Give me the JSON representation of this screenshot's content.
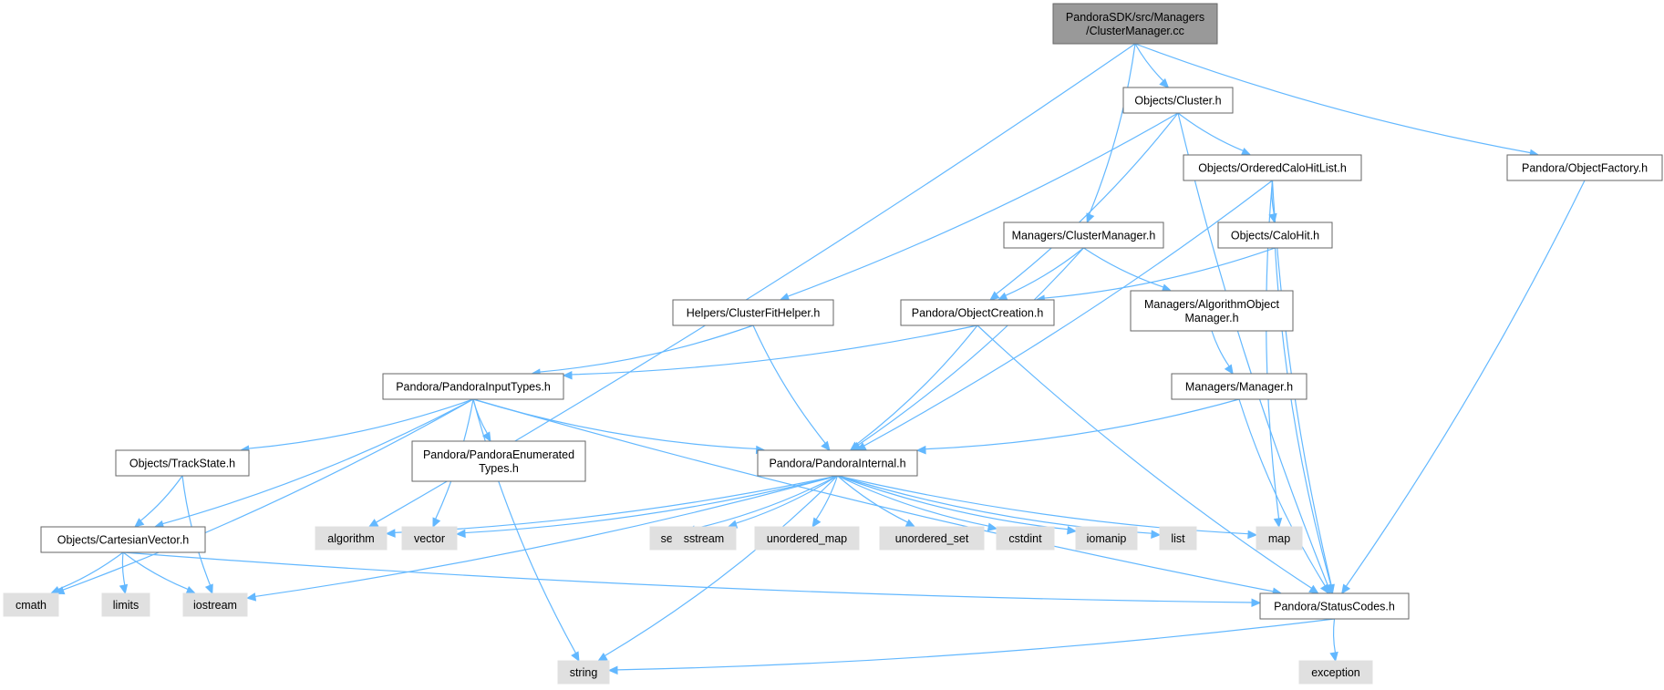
{
  "diagram": {
    "nodes": [
      {
        "id": "root",
        "kind": "root",
        "lines": [
          "PandoraSDK/src/Managers",
          "/ClusterManager.cc"
        ]
      },
      {
        "id": "cluster_h",
        "kind": "file",
        "lines": [
          "Objects/Cluster.h"
        ]
      },
      {
        "id": "objectfactory_h",
        "kind": "file",
        "lines": [
          "Pandora/ObjectFactory.h"
        ]
      },
      {
        "id": "orderedcalohitlist_h",
        "kind": "file",
        "lines": [
          "Objects/OrderedCaloHitList.h"
        ]
      },
      {
        "id": "clustermanager_h",
        "kind": "file",
        "lines": [
          "Managers/ClusterManager.h"
        ]
      },
      {
        "id": "calohit_h",
        "kind": "file",
        "lines": [
          "Objects/CaloHit.h"
        ]
      },
      {
        "id": "clusterfithelper_h",
        "kind": "file",
        "lines": [
          "Helpers/ClusterFitHelper.h"
        ]
      },
      {
        "id": "objectcreation_h",
        "kind": "file",
        "lines": [
          "Pandora/ObjectCreation.h"
        ]
      },
      {
        "id": "algorithmobjectmanager_h",
        "kind": "file",
        "lines": [
          "Managers/AlgorithmObject",
          "Manager.h"
        ]
      },
      {
        "id": "manager_h",
        "kind": "file",
        "lines": [
          "Managers/Manager.h"
        ]
      },
      {
        "id": "pandorainputtypes_h",
        "kind": "file",
        "lines": [
          "Pandora/PandoraInputTypes.h"
        ]
      },
      {
        "id": "pandoraenumeratedtypes_h",
        "kind": "file",
        "lines": [
          "Pandora/PandoraEnumerated",
          "Types.h"
        ]
      },
      {
        "id": "pandorainternal_h",
        "kind": "file",
        "lines": [
          "Pandora/PandoraInternal.h"
        ]
      },
      {
        "id": "trackstate_h",
        "kind": "file",
        "lines": [
          "Objects/TrackState.h"
        ]
      },
      {
        "id": "cartesianvector_h",
        "kind": "file",
        "lines": [
          "Objects/CartesianVector.h"
        ]
      },
      {
        "id": "statuscodes_h",
        "kind": "file",
        "lines": [
          "Pandora/StatusCodes.h"
        ]
      },
      {
        "id": "algorithm",
        "kind": "sys",
        "lines": [
          "algorithm"
        ]
      },
      {
        "id": "vector",
        "kind": "sys",
        "lines": [
          "vector"
        ]
      },
      {
        "id": "set",
        "kind": "sys",
        "lines": [
          "set"
        ]
      },
      {
        "id": "sstream",
        "kind": "sys",
        "lines": [
          "sstream"
        ]
      },
      {
        "id": "unordered_map",
        "kind": "sys",
        "lines": [
          "unordered_map"
        ]
      },
      {
        "id": "unordered_set",
        "kind": "sys",
        "lines": [
          "unordered_set"
        ]
      },
      {
        "id": "cstdint",
        "kind": "sys",
        "lines": [
          "cstdint"
        ]
      },
      {
        "id": "iomanip",
        "kind": "sys",
        "lines": [
          "iomanip"
        ]
      },
      {
        "id": "list",
        "kind": "sys",
        "lines": [
          "list"
        ]
      },
      {
        "id": "map",
        "kind": "sys",
        "lines": [
          "map"
        ]
      },
      {
        "id": "cmath",
        "kind": "sys",
        "lines": [
          "cmath"
        ]
      },
      {
        "id": "limits",
        "kind": "sys",
        "lines": [
          "limits"
        ]
      },
      {
        "id": "iostream",
        "kind": "sys",
        "lines": [
          "iostream"
        ]
      },
      {
        "id": "string",
        "kind": "sys",
        "lines": [
          "string"
        ]
      },
      {
        "id": "exception",
        "kind": "sys",
        "lines": [
          "exception"
        ]
      }
    ],
    "edges": [
      [
        "root",
        "cluster_h"
      ],
      [
        "root",
        "objectfactory_h"
      ],
      [
        "root",
        "clustermanager_h"
      ],
      [
        "root",
        "algorithm"
      ],
      [
        "cluster_h",
        "orderedcalohitlist_h"
      ],
      [
        "cluster_h",
        "clusterfithelper_h"
      ],
      [
        "cluster_h",
        "objectcreation_h"
      ],
      [
        "cluster_h",
        "statuscodes_h"
      ],
      [
        "orderedcalohitlist_h",
        "calohit_h"
      ],
      [
        "orderedcalohitlist_h",
        "pandorainternal_h"
      ],
      [
        "orderedcalohitlist_h",
        "map"
      ],
      [
        "orderedcalohitlist_h",
        "statuscodes_h"
      ],
      [
        "objectfactory_h",
        "statuscodes_h"
      ],
      [
        "clustermanager_h",
        "objectcreation_h"
      ],
      [
        "clustermanager_h",
        "algorithmobjectmanager_h"
      ],
      [
        "clustermanager_h",
        "pandorainternal_h"
      ],
      [
        "calohit_h",
        "objectcreation_h"
      ],
      [
        "calohit_h",
        "statuscodes_h"
      ],
      [
        "clusterfithelper_h",
        "pandorainputtypes_h"
      ],
      [
        "clusterfithelper_h",
        "pandorainternal_h"
      ],
      [
        "objectcreation_h",
        "pandorainputtypes_h"
      ],
      [
        "objectcreation_h",
        "pandorainternal_h"
      ],
      [
        "objectcreation_h",
        "statuscodes_h"
      ],
      [
        "algorithmobjectmanager_h",
        "manager_h"
      ],
      [
        "manager_h",
        "pandorainternal_h"
      ],
      [
        "manager_h",
        "statuscodes_h"
      ],
      [
        "pandorainputtypes_h",
        "pandoraenumeratedtypes_h"
      ],
      [
        "pandorainputtypes_h",
        "trackstate_h"
      ],
      [
        "pandorainputtypes_h",
        "cartesianvector_h"
      ],
      [
        "pandorainputtypes_h",
        "pandorainternal_h"
      ],
      [
        "pandorainputtypes_h",
        "statuscodes_h"
      ],
      [
        "pandorainputtypes_h",
        "cmath"
      ],
      [
        "pandorainputtypes_h",
        "vector"
      ],
      [
        "pandorainputtypes_h",
        "string"
      ],
      [
        "pandorainternal_h",
        "algorithm"
      ],
      [
        "pandorainternal_h",
        "vector"
      ],
      [
        "pandorainternal_h",
        "set"
      ],
      [
        "pandorainternal_h",
        "sstream"
      ],
      [
        "pandorainternal_h",
        "unordered_map"
      ],
      [
        "pandorainternal_h",
        "unordered_set"
      ],
      [
        "pandorainternal_h",
        "cstdint"
      ],
      [
        "pandorainternal_h",
        "iomanip"
      ],
      [
        "pandorainternal_h",
        "list"
      ],
      [
        "pandorainternal_h",
        "map"
      ],
      [
        "pandorainternal_h",
        "iostream"
      ],
      [
        "pandorainternal_h",
        "string"
      ],
      [
        "trackstate_h",
        "cartesianvector_h"
      ],
      [
        "trackstate_h",
        "iostream"
      ],
      [
        "cartesianvector_h",
        "cmath"
      ],
      [
        "cartesianvector_h",
        "limits"
      ],
      [
        "cartesianvector_h",
        "iostream"
      ],
      [
        "cartesianvector_h",
        "statuscodes_h"
      ],
      [
        "statuscodes_h",
        "string"
      ],
      [
        "statuscodes_h",
        "exception"
      ]
    ]
  }
}
